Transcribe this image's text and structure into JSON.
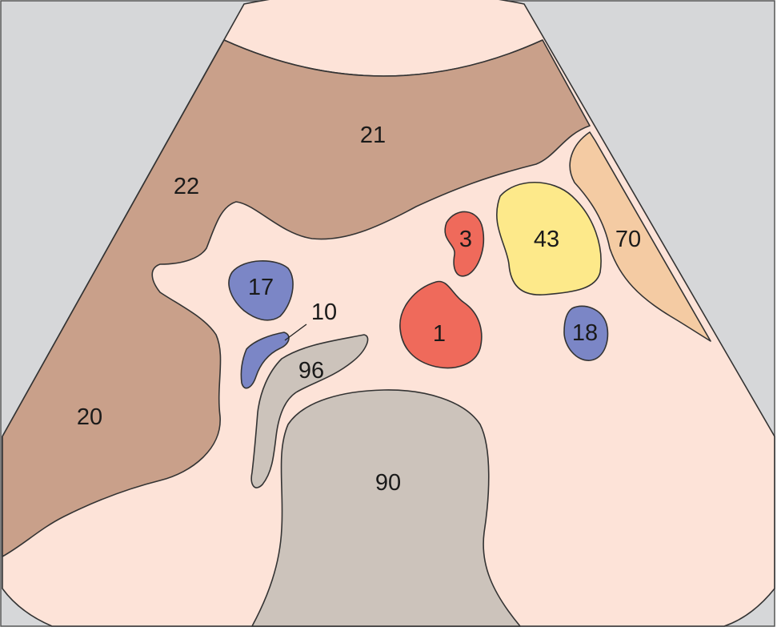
{
  "colors": {
    "background_gray": "#d6d7d9",
    "tissue": "#fde3d8",
    "liver_brown": "#c9a08a",
    "artery_red": "#ef6a5b",
    "vein_blue": "#7b86c6",
    "organ_yellow": "#fde98a",
    "kidney_orange": "#f4cba3",
    "bone_gray": "#ccc3bb",
    "outline": "#333333"
  },
  "labels": {
    "s1": "1",
    "s3": "3",
    "s10": "10",
    "s17": "17",
    "s18": "18",
    "s20": "20",
    "s21": "21",
    "s22": "22",
    "s43": "43",
    "s70": "70",
    "s90": "90",
    "s96": "96"
  }
}
